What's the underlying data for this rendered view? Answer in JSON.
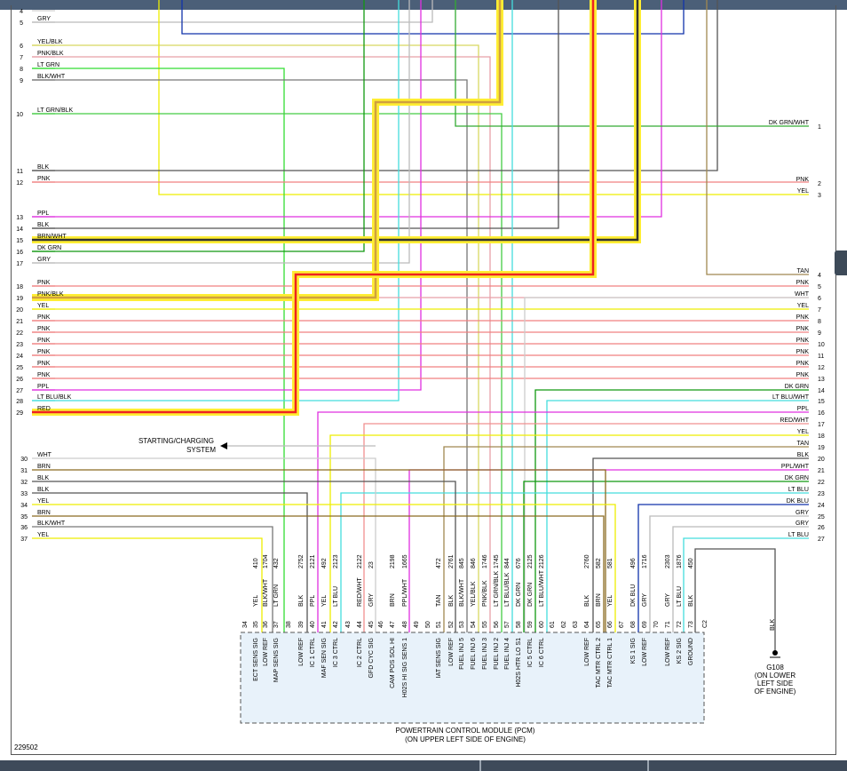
{
  "diagram_id": "229502",
  "left_pins": [
    {
      "n": "4",
      "label": "",
      "color": "#cccccc"
    },
    {
      "n": "5",
      "label": "GRY",
      "color": "#bbbbbb"
    },
    {
      "n": "6",
      "label": "YEL/BLK",
      "color": "#d8d860"
    },
    {
      "n": "7",
      "label": "PNK/BLK",
      "color": "#e8a0a8"
    },
    {
      "n": "8",
      "label": "LT GRN",
      "color": "#33dd33"
    },
    {
      "n": "9",
      "label": "BLK/WHT",
      "color": "#777777"
    },
    {
      "n": "10",
      "label": "LT GRN/BLK",
      "color": "#44cc44"
    },
    {
      "n": "11",
      "label": "BLK",
      "color": "#555555"
    },
    {
      "n": "12",
      "label": "PNK",
      "color": "#f08080"
    },
    {
      "n": "13",
      "label": "PPL",
      "color": "#e030e0"
    },
    {
      "n": "14",
      "label": "BLK",
      "color": "#555555"
    },
    {
      "n": "15",
      "label": "BRN/WHT",
      "color": "#d0a040"
    },
    {
      "n": "16",
      "label": "DK GRN",
      "color": "#119911"
    },
    {
      "n": "17",
      "label": "GRY",
      "color": "#bbbbbb"
    },
    {
      "n": "18",
      "label": "PNK",
      "color": "#f08080"
    },
    {
      "n": "19",
      "label": "PNK/BLK",
      "color": "#e8a0a8"
    },
    {
      "n": "20",
      "label": "YEL",
      "color": "#eeee00"
    },
    {
      "n": "21",
      "label": "PNK",
      "color": "#f08080"
    },
    {
      "n": "22",
      "label": "PNK",
      "color": "#f08080"
    },
    {
      "n": "23",
      "label": "PNK",
      "color": "#f08080"
    },
    {
      "n": "24",
      "label": "PNK",
      "color": "#f08080"
    },
    {
      "n": "25",
      "label": "PNK",
      "color": "#f08080"
    },
    {
      "n": "26",
      "label": "PNK",
      "color": "#f08080"
    },
    {
      "n": "27",
      "label": "PPL",
      "color": "#e030e0"
    },
    {
      "n": "28",
      "label": "LT BLU/BLK",
      "color": "#44dddd"
    },
    {
      "n": "29",
      "label": "RED",
      "color": "#ee2222"
    }
  ],
  "left_pins_2": [
    {
      "n": "30",
      "label": "WHT",
      "color": "#cccccc"
    },
    {
      "n": "31",
      "label": "BRN",
      "color": "#8a6a20"
    },
    {
      "n": "32",
      "label": "BLK",
      "color": "#555555"
    },
    {
      "n": "33",
      "label": "BLK",
      "color": "#555555"
    },
    {
      "n": "34",
      "label": "YEL",
      "color": "#eeee00"
    },
    {
      "n": "35",
      "label": "BRN",
      "color": "#8a6a20"
    },
    {
      "n": "36",
      "label": "BLK/WHT",
      "color": "#777777"
    },
    {
      "n": "37",
      "label": "YEL",
      "color": "#eeee00"
    }
  ],
  "right_pins": [
    {
      "n": "1",
      "label": "DK GRN/WHT",
      "color": "#33aa33"
    },
    {
      "n": "2",
      "label": "PNK",
      "color": "#f08080"
    },
    {
      "n": "3",
      "label": "YEL",
      "color": "#eeee00"
    },
    {
      "n": "4",
      "label": "TAN",
      "color": "#a08850"
    },
    {
      "n": "5",
      "label": "PNK",
      "color": "#f08080"
    },
    {
      "n": "6",
      "label": "WHT",
      "color": "#cccccc"
    },
    {
      "n": "7",
      "label": "YEL",
      "color": "#eeee00"
    },
    {
      "n": "8",
      "label": "PNK",
      "color": "#f08080"
    },
    {
      "n": "9",
      "label": "PNK",
      "color": "#f08080"
    },
    {
      "n": "10",
      "label": "PNK",
      "color": "#f08080"
    },
    {
      "n": "11",
      "label": "PNK",
      "color": "#f08080"
    },
    {
      "n": "12",
      "label": "PNK",
      "color": "#f08080"
    },
    {
      "n": "13",
      "label": "PNK",
      "color": "#f08080"
    },
    {
      "n": "14",
      "label": "DK GRN",
      "color": "#119911"
    },
    {
      "n": "15",
      "label": "LT BLU/WHT",
      "color": "#44dddd"
    },
    {
      "n": "16",
      "label": "PPL",
      "color": "#e030e0"
    },
    {
      "n": "17",
      "label": "RED/WHT",
      "color": "#f09090"
    },
    {
      "n": "18",
      "label": "YEL",
      "color": "#eeee00"
    },
    {
      "n": "19",
      "label": "TAN",
      "color": "#a08850"
    },
    {
      "n": "20",
      "label": "BLK",
      "color": "#555555"
    },
    {
      "n": "21",
      "label": "PPL/WHT",
      "color": "#e030e0"
    },
    {
      "n": "22",
      "label": "DK GRN",
      "color": "#119911"
    },
    {
      "n": "23",
      "label": "LT BLU",
      "color": "#44dddd"
    },
    {
      "n": "24",
      "label": "DK BLU",
      "color": "#1133aa"
    },
    {
      "n": "25",
      "label": "GRY",
      "color": "#bbbbbb"
    },
    {
      "n": "26",
      "label": "GRY",
      "color": "#bbbbbb"
    },
    {
      "n": "27",
      "label": "LT BLU",
      "color": "#44dddd"
    }
  ],
  "starting_system": {
    "line1": "STARTING/CHARGING",
    "line2": "SYSTEM"
  },
  "pcm_pins": [
    {
      "pin": "34",
      "circuit": "",
      "color": "",
      "func": ""
    },
    {
      "pin": "35",
      "circuit": "410",
      "color": "YEL",
      "func": "ECT SENS SIG"
    },
    {
      "pin": "36",
      "circuit": "1704",
      "color": "BLK/WHT",
      "func": "LOW REF"
    },
    {
      "pin": "37",
      "circuit": "432",
      "color": "LT GRN",
      "func": "MAP SENS SIG"
    },
    {
      "pin": "38",
      "circuit": "",
      "color": "",
      "func": ""
    },
    {
      "pin": "39",
      "circuit": "2752",
      "color": "BLK",
      "func": "LOW REF"
    },
    {
      "pin": "40",
      "circuit": "2121",
      "color": "PPL",
      "func": "IC 1 CTRL"
    },
    {
      "pin": "41",
      "circuit": "492",
      "color": "YEL",
      "func": "MAF SEN SIG"
    },
    {
      "pin": "42",
      "circuit": "2123",
      "color": "LT BLU",
      "func": "IC 3 CTRL"
    },
    {
      "pin": "43",
      "circuit": "",
      "color": "",
      "func": ""
    },
    {
      "pin": "44",
      "circuit": "2122",
      "color": "RED/WHT",
      "func": "IC 2 CTRL"
    },
    {
      "pin": "45",
      "circuit": "23",
      "color": "GRY",
      "func": "GFD CYC SIG"
    },
    {
      "pin": "46",
      "circuit": "",
      "color": "",
      "func": ""
    },
    {
      "pin": "47",
      "circuit": "2198",
      "color": "BRN",
      "func": "CAM POS SOL HI"
    },
    {
      "pin": "48",
      "circuit": "1665",
      "color": "PPL/WHT",
      "func": "H02S HI SIG SENS 1"
    },
    {
      "pin": "49",
      "circuit": "",
      "color": "",
      "func": ""
    },
    {
      "pin": "50",
      "circuit": "",
      "color": "",
      "func": ""
    },
    {
      "pin": "51",
      "circuit": "472",
      "color": "TAN",
      "func": "IAT SENS SIG"
    },
    {
      "pin": "52",
      "circuit": "2761",
      "color": "BLK",
      "func": "LOW REF"
    },
    {
      "pin": "53",
      "circuit": "845",
      "color": "BLK/WHT",
      "func": "FUEL INJ 5"
    },
    {
      "pin": "54",
      "circuit": "846",
      "color": "YEL/BLK",
      "func": "FUEL INJ 6"
    },
    {
      "pin": "55",
      "circuit": "1746",
      "color": "PNK/BLK",
      "func": "FUEL INJ 3"
    },
    {
      "pin": "56",
      "circuit": "1745",
      "color": "LT GRN/BLK",
      "func": "FUEL INJ 2"
    },
    {
      "pin": "57",
      "circuit": "844",
      "color": "LT BLU/BLK",
      "func": "FUEL INJ 4"
    },
    {
      "pin": "58",
      "circuit": "676",
      "color": "DK GRN",
      "func": "H02S HTR LO S1"
    },
    {
      "pin": "59",
      "circuit": "2125",
      "color": "DK GRN",
      "func": "IC 5 CTRL"
    },
    {
      "pin": "60",
      "circuit": "2126",
      "color": "LT BLU/WHT",
      "func": "IC 6 CTRL"
    },
    {
      "pin": "61",
      "circuit": "",
      "color": "",
      "func": ""
    },
    {
      "pin": "62",
      "circuit": "",
      "color": "",
      "func": ""
    },
    {
      "pin": "63",
      "circuit": "",
      "color": "",
      "func": ""
    },
    {
      "pin": "64",
      "circuit": "2760",
      "color": "BLK",
      "func": "LOW REF"
    },
    {
      "pin": "65",
      "circuit": "582",
      "color": "BRN",
      "func": "TAC MTR CTRL 2"
    },
    {
      "pin": "66",
      "circuit": "581",
      "color": "YEL",
      "func": "TAC MTR CTRL 1"
    },
    {
      "pin": "67",
      "circuit": "",
      "color": "",
      "func": ""
    },
    {
      "pin": "68",
      "circuit": "496",
      "color": "DK BLU",
      "func": "KS 1 SIG"
    },
    {
      "pin": "69",
      "circuit": "1716",
      "color": "GRY",
      "func": "LOW REF"
    },
    {
      "pin": "70",
      "circuit": "",
      "color": "",
      "func": ""
    },
    {
      "pin": "71",
      "circuit": "2303",
      "color": "GRY",
      "func": "LOW REF"
    },
    {
      "pin": "72",
      "circuit": "1876",
      "color": "LT BLU",
      "func": "KS 2 SIG"
    },
    {
      "pin": "73",
      "circuit": "450",
      "color": "BLK",
      "func": "GROUND"
    },
    {
      "pin": "C2",
      "circuit": "",
      "color": "",
      "func": ""
    }
  ],
  "pcm": {
    "line1": "POWERTRAIN CONTROL MODULE (PCM)",
    "line2": "(ON UPPER LEFT SIDE OF ENGINE)"
  },
  "ground": {
    "wire": "BLK",
    "name": "G108",
    "loc1": "(ON LOWER",
    "loc2": "LEFT SIDE",
    "loc3": "OF ENGINE)"
  }
}
